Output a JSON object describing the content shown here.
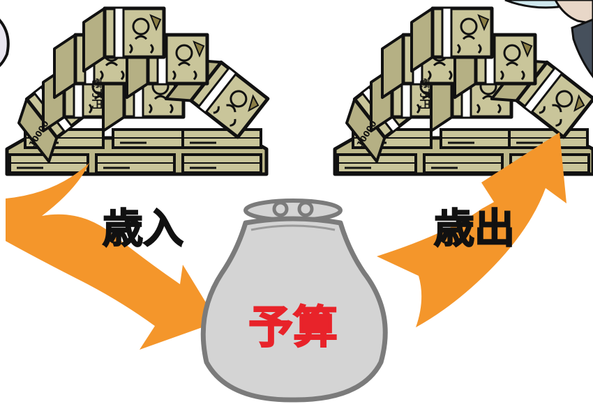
{
  "labels": {
    "revenue": "歳入",
    "expenditure": "歳出",
    "budget": "予算"
  },
  "bills": {
    "denomination_text": "10000",
    "amount_text": "壱万円"
  },
  "colors": {
    "arrow": "#F4962B",
    "bill_fill": "#C9C59A",
    "bill_dark": "#8A7D45",
    "band": "#FFFFFF",
    "outline": "#111111",
    "purse_fill": "#D4D4D4",
    "purse_outline": "#7B7B7B",
    "budget_text": "#E8232A"
  }
}
